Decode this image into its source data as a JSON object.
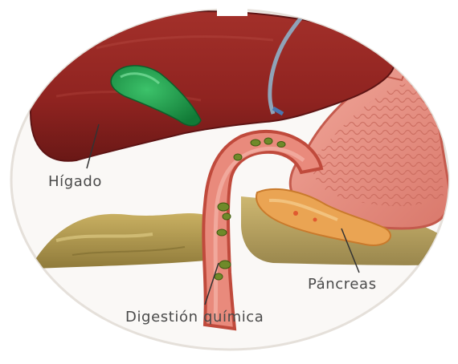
{
  "labels": {
    "liver": "Hígado",
    "pancreas": "Páncreas",
    "chemical_digestion": "Digestión química"
  },
  "colors": {
    "liver": "#8f2320",
    "liver_dark": "#5e1414",
    "gallbladder": "#1f9a4a",
    "stomach": "#e88c80",
    "pancreas": "#e8a04e",
    "intestine": "#b59a4e",
    "frame": "#e5e0da"
  }
}
